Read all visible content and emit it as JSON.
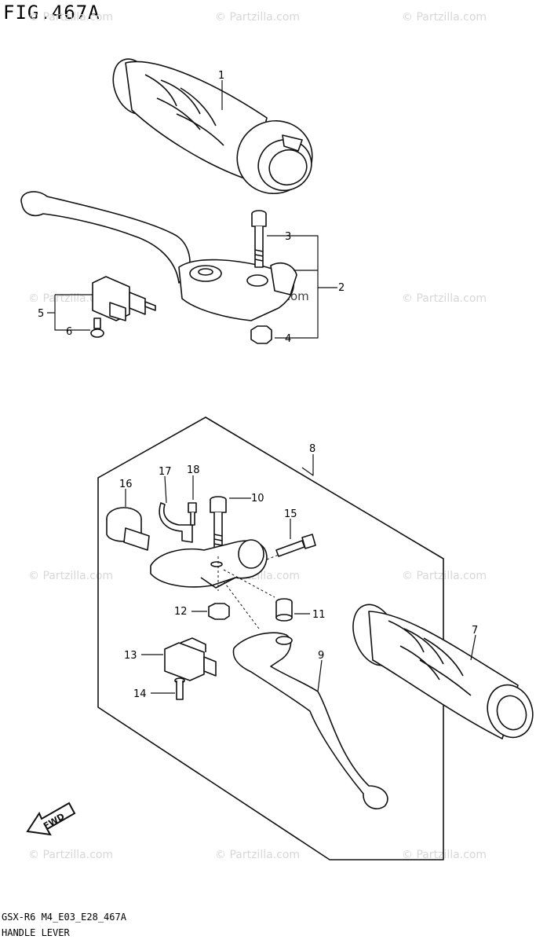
{
  "figure": {
    "title": "FIG.467A",
    "model_code": "GSX-R6 M4_E03_E28_467A",
    "section_name": "HANDLE LEVER"
  },
  "watermark": {
    "text": "© Partzilla.com"
  },
  "direction_arrow": {
    "label": "FWD",
    "icon": "fwd-arrow-icon"
  },
  "callouts": [
    "1",
    "2",
    "3",
    "4",
    "5",
    "6",
    "7",
    "8",
    "9",
    "10",
    "11",
    "12",
    "13",
    "14",
    "15",
    "16",
    "17",
    "18"
  ]
}
